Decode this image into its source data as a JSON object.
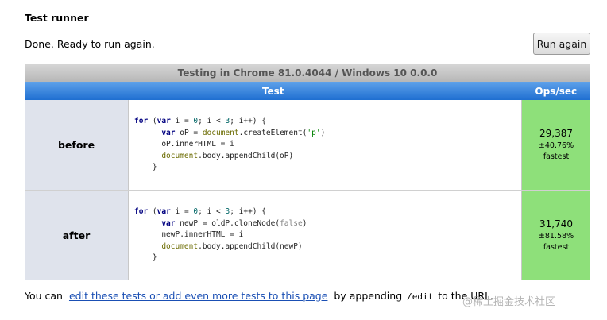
{
  "page": {
    "heading": "Test runner",
    "status": "Done. Ready to run again.",
    "run_again_label": "Run again"
  },
  "table": {
    "caption": "Testing in Chrome 81.0.4044 / Windows 10 0.0.0",
    "col_test": "Test",
    "col_ops": "Ops/sec",
    "rows": [
      {
        "name": "before",
        "code": [
          "for (var i = 0; i < 3; i++) {",
          "      var oP = document.createElement('p')",
          "      oP.innerHTML = i",
          "      document.body.appendChild(oP)",
          "    }"
        ],
        "ops": "29,387",
        "error": "±40.76%",
        "rank": "fastest"
      },
      {
        "name": "after",
        "code": [
          "for (var i = 0; i < 3; i++) {",
          "      var newP = oldP.cloneNode(false)",
          "      newP.innerHTML = i",
          "      document.body.appendChild(newP)",
          "    }"
        ],
        "ops": "31,740",
        "error": "±81.58%",
        "rank": "fastest"
      }
    ]
  },
  "footer": {
    "prefix": "You can",
    "link_text": "edit these tests or add even more tests to this page",
    "middle": "by appending",
    "code": "/edit",
    "suffix": "to the URL."
  },
  "watermark": "@稀土掘金技术社区",
  "colors": {
    "header_blue": "#1f6fd1",
    "fastest_green": "#8ee07a",
    "name_cell_bg": "#dfe3ec"
  }
}
